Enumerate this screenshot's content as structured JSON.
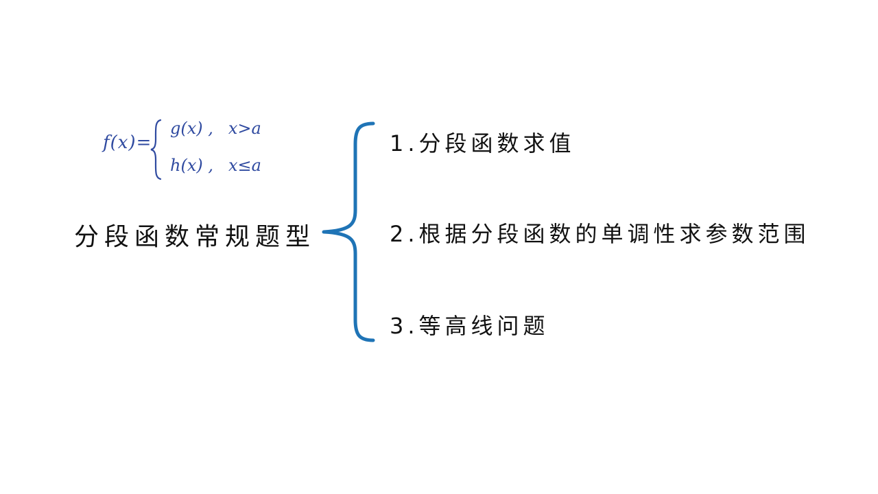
{
  "formula": {
    "lhs": "f(x)=",
    "cases": [
      {
        "expr": "g(x) ,",
        "cond": "x>a"
      },
      {
        "expr": "h(x) ,",
        "cond": "x≤a"
      }
    ]
  },
  "title": "分段函数常规题型",
  "items": [
    "1.分段函数求值",
    "2.根据分段函数的单调性求参数范围",
    "3.等高线问题"
  ],
  "colors": {
    "brace": "#1f74b6",
    "formula": "#2f4aa0",
    "text": "#111111",
    "background": "#ffffff"
  }
}
